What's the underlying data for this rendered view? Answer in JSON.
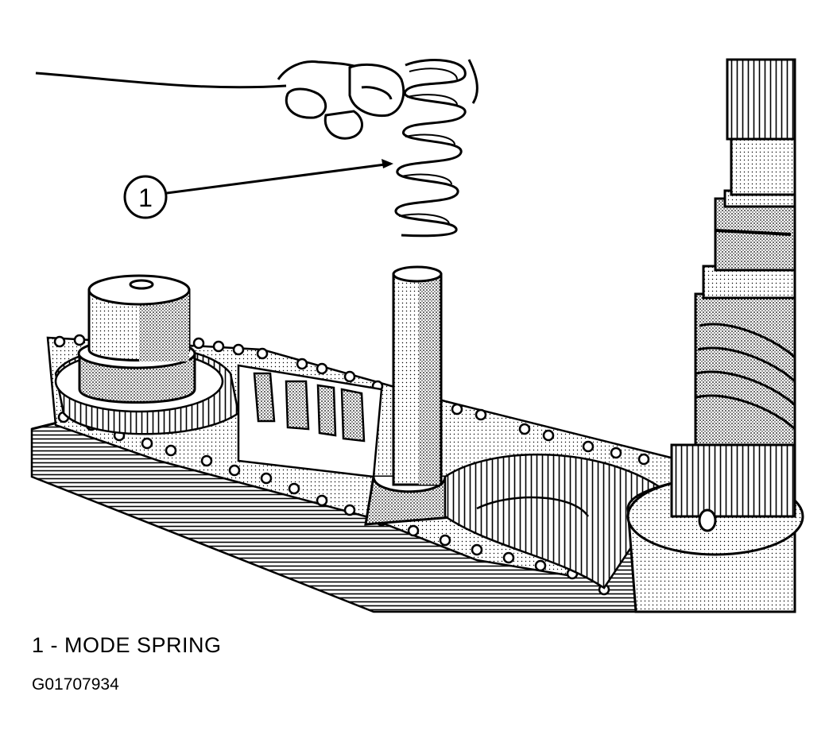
{
  "diagram": {
    "callout_number": "1",
    "legend_text": "1 - MODE SPRING",
    "figure_id": "G01707934",
    "colors": {
      "ink": "#000000",
      "paper": "#ffffff",
      "shade": "#9a9a9a"
    }
  }
}
